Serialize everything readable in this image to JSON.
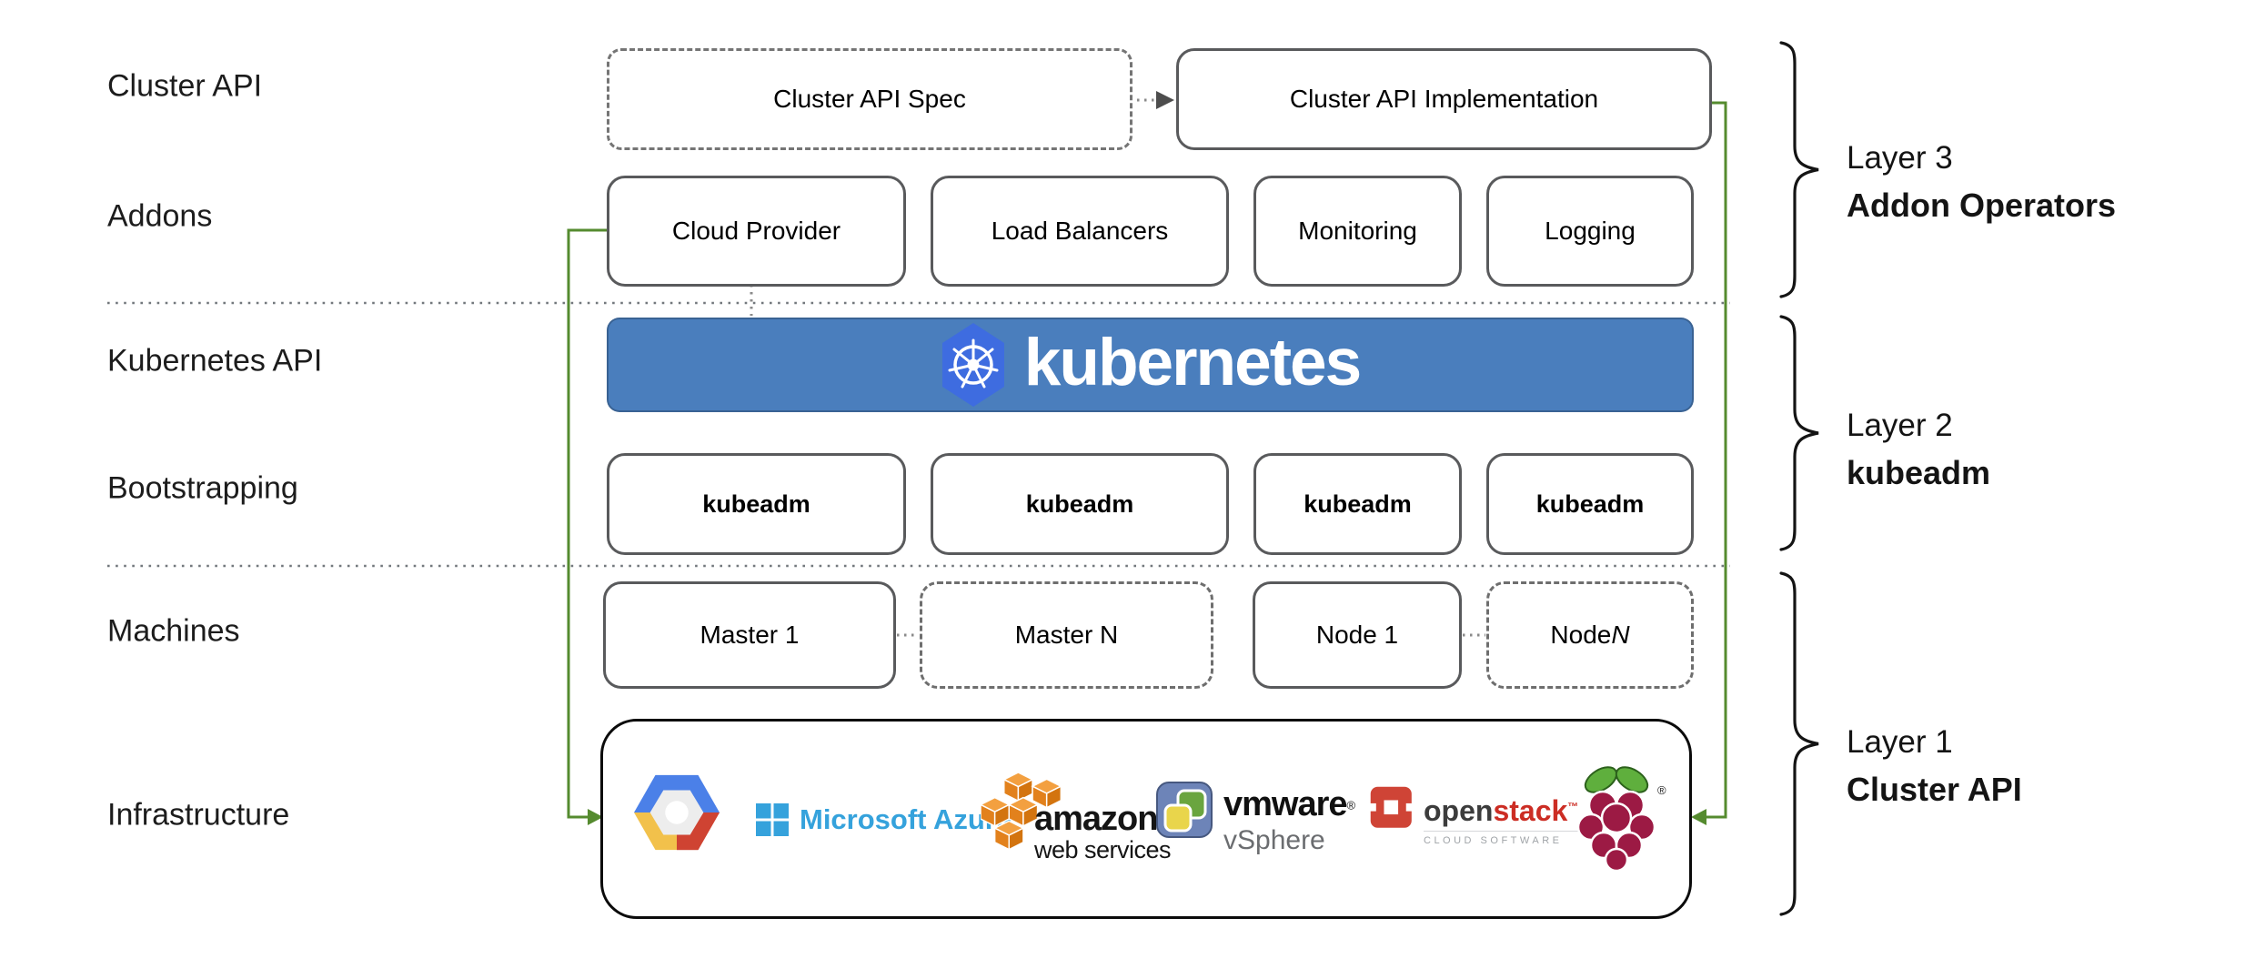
{
  "row_labels": [
    {
      "id": "cluster-api",
      "label": "Cluster API"
    },
    {
      "id": "addons",
      "label": "Addons"
    },
    {
      "id": "kubernetes-api",
      "label": "Kubernetes API"
    },
    {
      "id": "bootstrapping",
      "label": "Bootstrapping"
    },
    {
      "id": "machines",
      "label": "Machines"
    },
    {
      "id": "infrastructure",
      "label": "Infrastructure"
    }
  ],
  "cluster_api_row": {
    "spec_box": "Cluster API Spec",
    "impl_box": "Cluster API Implementation"
  },
  "addons_row": {
    "boxes": [
      "Cloud Provider",
      "Load Balancers",
      "Monitoring",
      "Logging"
    ]
  },
  "kubernetes_banner": {
    "wordmark": "kubernetes"
  },
  "bootstrapping_row": {
    "boxes": [
      "kubeadm",
      "kubeadm",
      "kubeadm",
      "kubeadm"
    ]
  },
  "machines_row": {
    "boxes": [
      {
        "label": "Master 1",
        "dashed": false,
        "italic_suffix": ""
      },
      {
        "label": "Master N",
        "dashed": true,
        "italic_suffix": ""
      },
      {
        "label": "Node 1",
        "dashed": false,
        "italic_suffix": ""
      },
      {
        "label": "Node N",
        "dashed": true,
        "italic_suffix": "N"
      }
    ]
  },
  "infrastructure_row": {
    "providers": [
      "Google Cloud Platform",
      "Microsoft Azure",
      "Amazon Web Services",
      "VMware vSphere",
      "OpenStack",
      "Raspberry Pi"
    ],
    "azure_text": "Microsoft Azure",
    "aws_text_primary": "amazon",
    "aws_text_secondary": "web services",
    "vmware_text_primary": "vmware",
    "vmware_reg": "®",
    "vmware_text_secondary": "vSphere",
    "openstack_text_open": "open",
    "openstack_text_stack": "stack",
    "openstack_tm": "™",
    "openstack_text_secondary": "CLOUD SOFTWARE",
    "rpi_reg": "®"
  },
  "layers": [
    {
      "line1": "Layer 3",
      "line2": "Addon Operators"
    },
    {
      "line1": "Layer 2",
      "line2": "kubeadm"
    },
    {
      "line1": "Layer 1",
      "line2": "Cluster API"
    }
  ],
  "colors": {
    "banner_blue": "#4a7ebd",
    "k8s_logo_blue": "#3e6ce0",
    "connector_green": "#558b2f"
  }
}
